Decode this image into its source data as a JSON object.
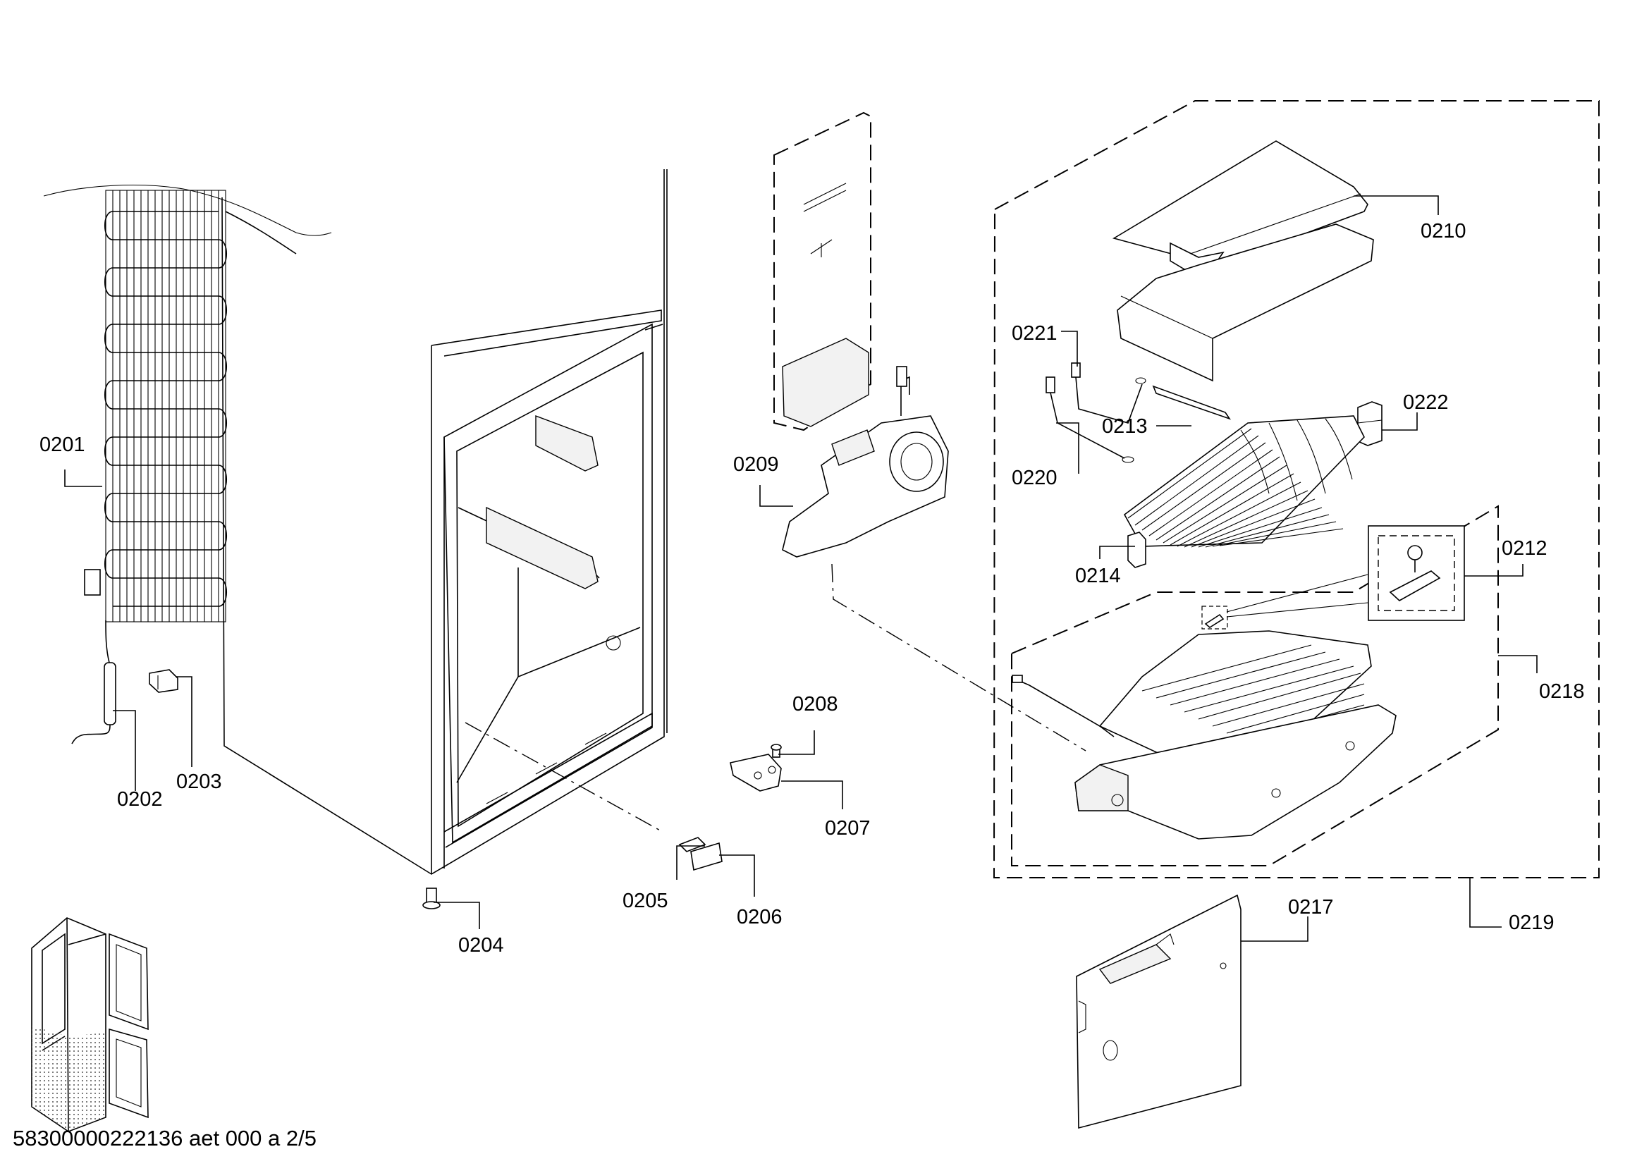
{
  "callouts": {
    "c0201": "0201",
    "c0202": "0202",
    "c0203": "0203",
    "c0204": "0204",
    "c0205": "0205",
    "c0206": "0206",
    "c0207": "0207",
    "c0208": "0208",
    "c0209": "0209",
    "c0210": "0210",
    "c0212": "0212",
    "c0213": "0213",
    "c0214": "0214",
    "c0217": "0217",
    "c0218": "0218",
    "c0219": "0219",
    "c0220": "0220",
    "c0221": "0221",
    "c0222": "0222"
  },
  "footer": {
    "document_id": "58300000222136 aet 000 a 2/5"
  },
  "colors": {
    "line": "#000000",
    "background": "#ffffff",
    "shading": "#f2f2f2"
  }
}
